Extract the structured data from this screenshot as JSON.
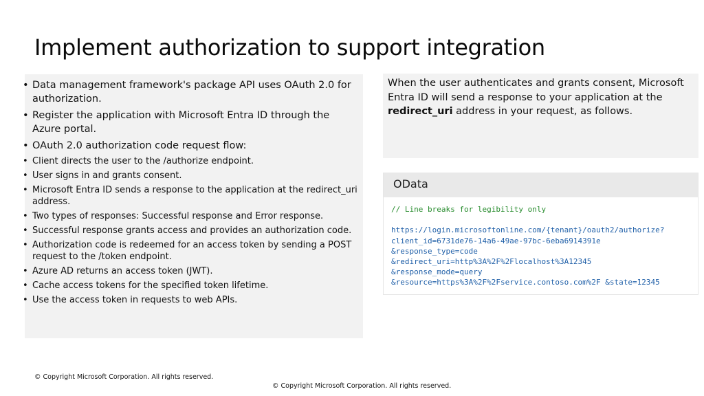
{
  "slide": {
    "title": "Implement authorization to support integration"
  },
  "left": {
    "items": [
      {
        "level": 1,
        "text": "Data management framework's package API uses OAuth 2.0 for authorization."
      },
      {
        "level": 1,
        "text": "Register the application with Microsoft Entra ID through the Azure portal."
      },
      {
        "level": 1,
        "text": "OAuth 2.0 authorization code request flow:"
      },
      {
        "level": 2,
        "text": "Client directs the user to the /authorize endpoint."
      },
      {
        "level": 2,
        "text": "User signs in and grants consent."
      },
      {
        "level": 2,
        "text": "Microsoft Entra ID sends a response to the application at the redirect_uri address."
      },
      {
        "level": 2,
        "text": "Two types of responses: Successful response and Error response."
      },
      {
        "level": 2,
        "text": "Successful response grants access and provides an authorization code."
      },
      {
        "level": 2,
        "text": "Authorization code is redeemed for an access token by sending a POST request to the /token endpoint."
      },
      {
        "level": 2,
        "text": "Azure AD returns an access token (JWT)."
      },
      {
        "level": 2,
        "text": "Cache access tokens for the specified token lifetime."
      },
      {
        "level": 2,
        "text": "Use the access token in requests to web APIs."
      }
    ]
  },
  "right": {
    "text_before": "When the user authenticates and grants consent, Microsoft Entra ID will send a response to your application at the ",
    "text_bold": "redirect_uri",
    "text_after": " address in your request, as follows."
  },
  "code": {
    "language": "OData",
    "comment": "// Line breaks for legibility only",
    "url_line": "https://login.microsoftonline.com/{tenant}/oauth2/authorize?",
    "client_line": "client_id=6731de76-14a6-49ae-97bc-6eba6914391e",
    "response_type_line": "&response_type=code",
    "redirect_line": "&redirect_uri=http%3A%2F%2Flocalhost%3A12345",
    "response_mode_line": "&response_mode=query",
    "resource_line": "&resource=https%3A%2F%2Fservice.contoso.com%2F &state=12345"
  },
  "footer": {
    "copyright_left": "© Copyright Microsoft Corporation. All rights reserved.",
    "copyright_center": "© Copyright Microsoft Corporation. All rights reserved."
  }
}
